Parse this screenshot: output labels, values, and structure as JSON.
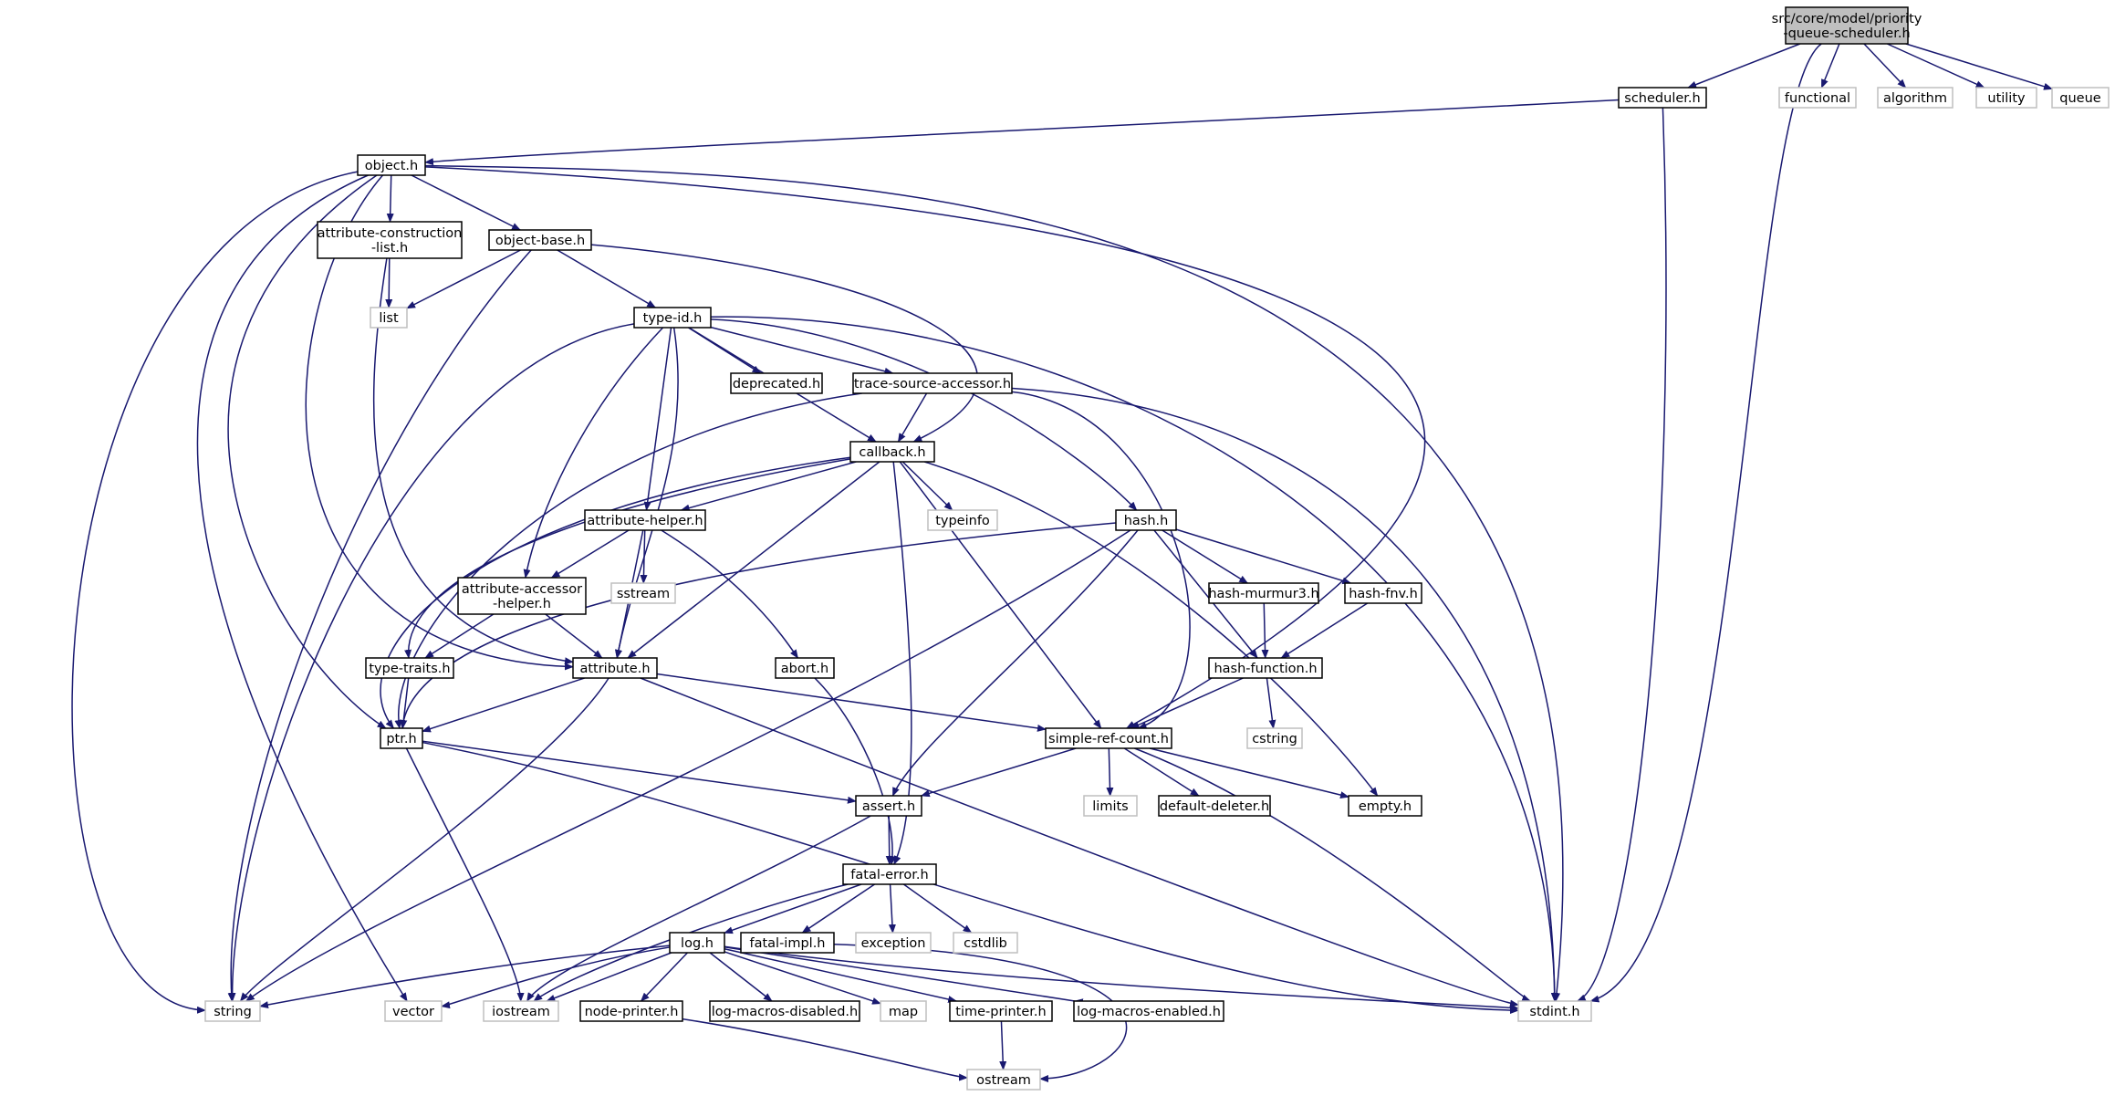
{
  "diagram": {
    "type": "include dependency graph",
    "colors": {
      "edge": "#191970",
      "root_fill": "#bfbfbf",
      "project_header_border": "#000000",
      "system_header_border": "#bfbfbf",
      "node_fill": "#ffffff"
    },
    "nodes": [
      {
        "id": "root",
        "lines": [
          "src/core/model/priority",
          "-queue-scheduler.h"
        ],
        "kind": "root"
      },
      {
        "id": "scheduler_h",
        "lines": [
          "scheduler.h"
        ],
        "kind": "project"
      },
      {
        "id": "functional",
        "lines": [
          "functional"
        ],
        "kind": "system"
      },
      {
        "id": "algorithm",
        "lines": [
          "algorithm"
        ],
        "kind": "system"
      },
      {
        "id": "utility",
        "lines": [
          "utility"
        ],
        "kind": "system"
      },
      {
        "id": "queue",
        "lines": [
          "queue"
        ],
        "kind": "system"
      },
      {
        "id": "object_h",
        "lines": [
          "object.h"
        ],
        "kind": "project"
      },
      {
        "id": "attr_construction_list_h",
        "lines": [
          "attribute-construction",
          "-list.h"
        ],
        "kind": "project"
      },
      {
        "id": "object_base_h",
        "lines": [
          "object-base.h"
        ],
        "kind": "project"
      },
      {
        "id": "list",
        "lines": [
          "list"
        ],
        "kind": "system"
      },
      {
        "id": "type_id_h",
        "lines": [
          "type-id.h"
        ],
        "kind": "project"
      },
      {
        "id": "deprecated_h",
        "lines": [
          "deprecated.h"
        ],
        "kind": "project"
      },
      {
        "id": "trace_source_accessor_h",
        "lines": [
          "trace-source-accessor.h"
        ],
        "kind": "project"
      },
      {
        "id": "callback_h",
        "lines": [
          "callback.h"
        ],
        "kind": "project"
      },
      {
        "id": "typeinfo",
        "lines": [
          "typeinfo"
        ],
        "kind": "system"
      },
      {
        "id": "hash_h",
        "lines": [
          "hash.h"
        ],
        "kind": "project"
      },
      {
        "id": "attribute_helper_h",
        "lines": [
          "attribute-helper.h"
        ],
        "kind": "project"
      },
      {
        "id": "sstream",
        "lines": [
          "sstream"
        ],
        "kind": "system"
      },
      {
        "id": "attribute_accessor_helper_h",
        "lines": [
          "attribute-accessor",
          "-helper.h"
        ],
        "kind": "project"
      },
      {
        "id": "hash_murmur3_h",
        "lines": [
          "hash-murmur3.h"
        ],
        "kind": "project"
      },
      {
        "id": "hash_fnv_h",
        "lines": [
          "hash-fnv.h"
        ],
        "kind": "project"
      },
      {
        "id": "type_traits_h",
        "lines": [
          "type-traits.h"
        ],
        "kind": "project"
      },
      {
        "id": "attribute_h",
        "lines": [
          "attribute.h"
        ],
        "kind": "project"
      },
      {
        "id": "abort_h",
        "lines": [
          "abort.h"
        ],
        "kind": "project"
      },
      {
        "id": "hash_function_h",
        "lines": [
          "hash-function.h"
        ],
        "kind": "project"
      },
      {
        "id": "ptr_h",
        "lines": [
          "ptr.h"
        ],
        "kind": "project"
      },
      {
        "id": "simple_ref_count_h",
        "lines": [
          "simple-ref-count.h"
        ],
        "kind": "project"
      },
      {
        "id": "cstring",
        "lines": [
          "cstring"
        ],
        "kind": "system"
      },
      {
        "id": "limits",
        "lines": [
          "limits"
        ],
        "kind": "system"
      },
      {
        "id": "default_deleter_h",
        "lines": [
          "default-deleter.h"
        ],
        "kind": "project"
      },
      {
        "id": "empty_h",
        "lines": [
          "empty.h"
        ],
        "kind": "project"
      },
      {
        "id": "assert_h",
        "lines": [
          "assert.h"
        ],
        "kind": "project"
      },
      {
        "id": "fatal_error_h",
        "lines": [
          "fatal-error.h"
        ],
        "kind": "project"
      },
      {
        "id": "log_h",
        "lines": [
          "log.h"
        ],
        "kind": "project"
      },
      {
        "id": "fatal_impl_h",
        "lines": [
          "fatal-impl.h"
        ],
        "kind": "project"
      },
      {
        "id": "exception",
        "lines": [
          "exception"
        ],
        "kind": "system"
      },
      {
        "id": "cstdlib",
        "lines": [
          "cstdlib"
        ],
        "kind": "system"
      },
      {
        "id": "string",
        "lines": [
          "string"
        ],
        "kind": "system"
      },
      {
        "id": "vector",
        "lines": [
          "vector"
        ],
        "kind": "system"
      },
      {
        "id": "iostream",
        "lines": [
          "iostream"
        ],
        "kind": "system"
      },
      {
        "id": "node_printer_h",
        "lines": [
          "node-printer.h"
        ],
        "kind": "project"
      },
      {
        "id": "log_macros_disabled_h",
        "lines": [
          "log-macros-disabled.h"
        ],
        "kind": "project"
      },
      {
        "id": "map",
        "lines": [
          "map"
        ],
        "kind": "system"
      },
      {
        "id": "time_printer_h",
        "lines": [
          "time-printer.h"
        ],
        "kind": "project"
      },
      {
        "id": "log_macros_enabled_h",
        "lines": [
          "log-macros-enabled.h"
        ],
        "kind": "project"
      },
      {
        "id": "stdint_h",
        "lines": [
          "stdint.h"
        ],
        "kind": "system"
      },
      {
        "id": "ostream",
        "lines": [
          "ostream"
        ],
        "kind": "system"
      }
    ],
    "edges": [
      [
        "root",
        "scheduler_h"
      ],
      [
        "root",
        "stdint_h"
      ],
      [
        "root",
        "functional"
      ],
      [
        "root",
        "algorithm"
      ],
      [
        "root",
        "utility"
      ],
      [
        "root",
        "queue"
      ],
      [
        "scheduler_h",
        "object_h"
      ],
      [
        "scheduler_h",
        "stdint_h"
      ],
      [
        "object_h",
        "attr_construction_list_h"
      ],
      [
        "object_h",
        "object_base_h"
      ],
      [
        "object_h",
        "string"
      ],
      [
        "object_h",
        "vector"
      ],
      [
        "object_h",
        "ptr_h"
      ],
      [
        "object_h",
        "attribute_h"
      ],
      [
        "object_h",
        "simple_ref_count_h"
      ],
      [
        "object_h",
        "stdint_h"
      ],
      [
        "attr_construction_list_h",
        "list"
      ],
      [
        "attr_construction_list_h",
        "attribute_h"
      ],
      [
        "object_base_h",
        "list"
      ],
      [
        "object_base_h",
        "string"
      ],
      [
        "object_base_h",
        "type_id_h"
      ],
      [
        "object_base_h",
        "callback_h"
      ],
      [
        "type_id_h",
        "deprecated_h"
      ],
      [
        "type_id_h",
        "trace_source_accessor_h"
      ],
      [
        "type_id_h",
        "callback_h"
      ],
      [
        "type_id_h",
        "hash_h"
      ],
      [
        "type_id_h",
        "attribute_helper_h"
      ],
      [
        "type_id_h",
        "attribute_accessor_helper_h"
      ],
      [
        "type_id_h",
        "attribute_h"
      ],
      [
        "type_id_h",
        "string"
      ],
      [
        "type_id_h",
        "stdint_h"
      ],
      [
        "trace_source_accessor_h",
        "callback_h"
      ],
      [
        "trace_source_accessor_h",
        "ptr_h"
      ],
      [
        "trace_source_accessor_h",
        "simple_ref_count_h"
      ],
      [
        "trace_source_accessor_h",
        "stdint_h"
      ],
      [
        "callback_h",
        "typeinfo"
      ],
      [
        "callback_h",
        "attribute_helper_h"
      ],
      [
        "callback_h",
        "type_traits_h"
      ],
      [
        "callback_h",
        "ptr_h"
      ],
      [
        "callback_h",
        "attribute_h"
      ],
      [
        "callback_h",
        "fatal_error_h"
      ],
      [
        "callback_h",
        "simple_ref_count_h"
      ],
      [
        "callback_h",
        "empty_h"
      ],
      [
        "hash_h",
        "hash_murmur3_h"
      ],
      [
        "hash_h",
        "hash_fnv_h"
      ],
      [
        "hash_h",
        "hash_function_h"
      ],
      [
        "hash_h",
        "assert_h"
      ],
      [
        "hash_h",
        "ptr_h"
      ],
      [
        "hash_h",
        "string"
      ],
      [
        "attribute_helper_h",
        "sstream"
      ],
      [
        "attribute_helper_h",
        "attribute_accessor_helper_h"
      ],
      [
        "attribute_helper_h",
        "attribute_h"
      ],
      [
        "attribute_helper_h",
        "abort_h"
      ],
      [
        "attribute_accessor_helper_h",
        "type_traits_h"
      ],
      [
        "attribute_accessor_helper_h",
        "attribute_h"
      ],
      [
        "hash_murmur3_h",
        "hash_function_h"
      ],
      [
        "hash_fnv_h",
        "hash_function_h"
      ],
      [
        "hash_function_h",
        "cstring"
      ],
      [
        "hash_function_h",
        "simple_ref_count_h"
      ],
      [
        "type_traits_h",
        "ptr_h"
      ],
      [
        "attribute_h",
        "ptr_h"
      ],
      [
        "attribute_h",
        "simple_ref_count_h"
      ],
      [
        "attribute_h",
        "string"
      ],
      [
        "attribute_h",
        "stdint_h"
      ],
      [
        "abort_h",
        "fatal_error_h"
      ],
      [
        "ptr_h",
        "iostream"
      ],
      [
        "ptr_h",
        "assert_h"
      ],
      [
        "ptr_h",
        "stdint_h"
      ],
      [
        "simple_ref_count_h",
        "limits"
      ],
      [
        "simple_ref_count_h",
        "default_deleter_h"
      ],
      [
        "simple_ref_count_h",
        "empty_h"
      ],
      [
        "simple_ref_count_h",
        "assert_h"
      ],
      [
        "simple_ref_count_h",
        "stdint_h"
      ],
      [
        "assert_h",
        "fatal_error_h"
      ],
      [
        "assert_h",
        "iostream"
      ],
      [
        "fatal_error_h",
        "log_h"
      ],
      [
        "fatal_error_h",
        "fatal_impl_h"
      ],
      [
        "fatal_error_h",
        "exception"
      ],
      [
        "fatal_error_h",
        "cstdlib"
      ],
      [
        "fatal_error_h",
        "iostream"
      ],
      [
        "fatal_impl_h",
        "ostream"
      ],
      [
        "log_h",
        "string"
      ],
      [
        "log_h",
        "vector"
      ],
      [
        "log_h",
        "iostream"
      ],
      [
        "log_h",
        "node_printer_h"
      ],
      [
        "log_h",
        "log_macros_disabled_h"
      ],
      [
        "log_h",
        "map"
      ],
      [
        "log_h",
        "time_printer_h"
      ],
      [
        "log_h",
        "log_macros_enabled_h"
      ],
      [
        "log_h",
        "stdint_h"
      ],
      [
        "node_printer_h",
        "ostream"
      ],
      [
        "time_printer_h",
        "ostream"
      ]
    ]
  }
}
